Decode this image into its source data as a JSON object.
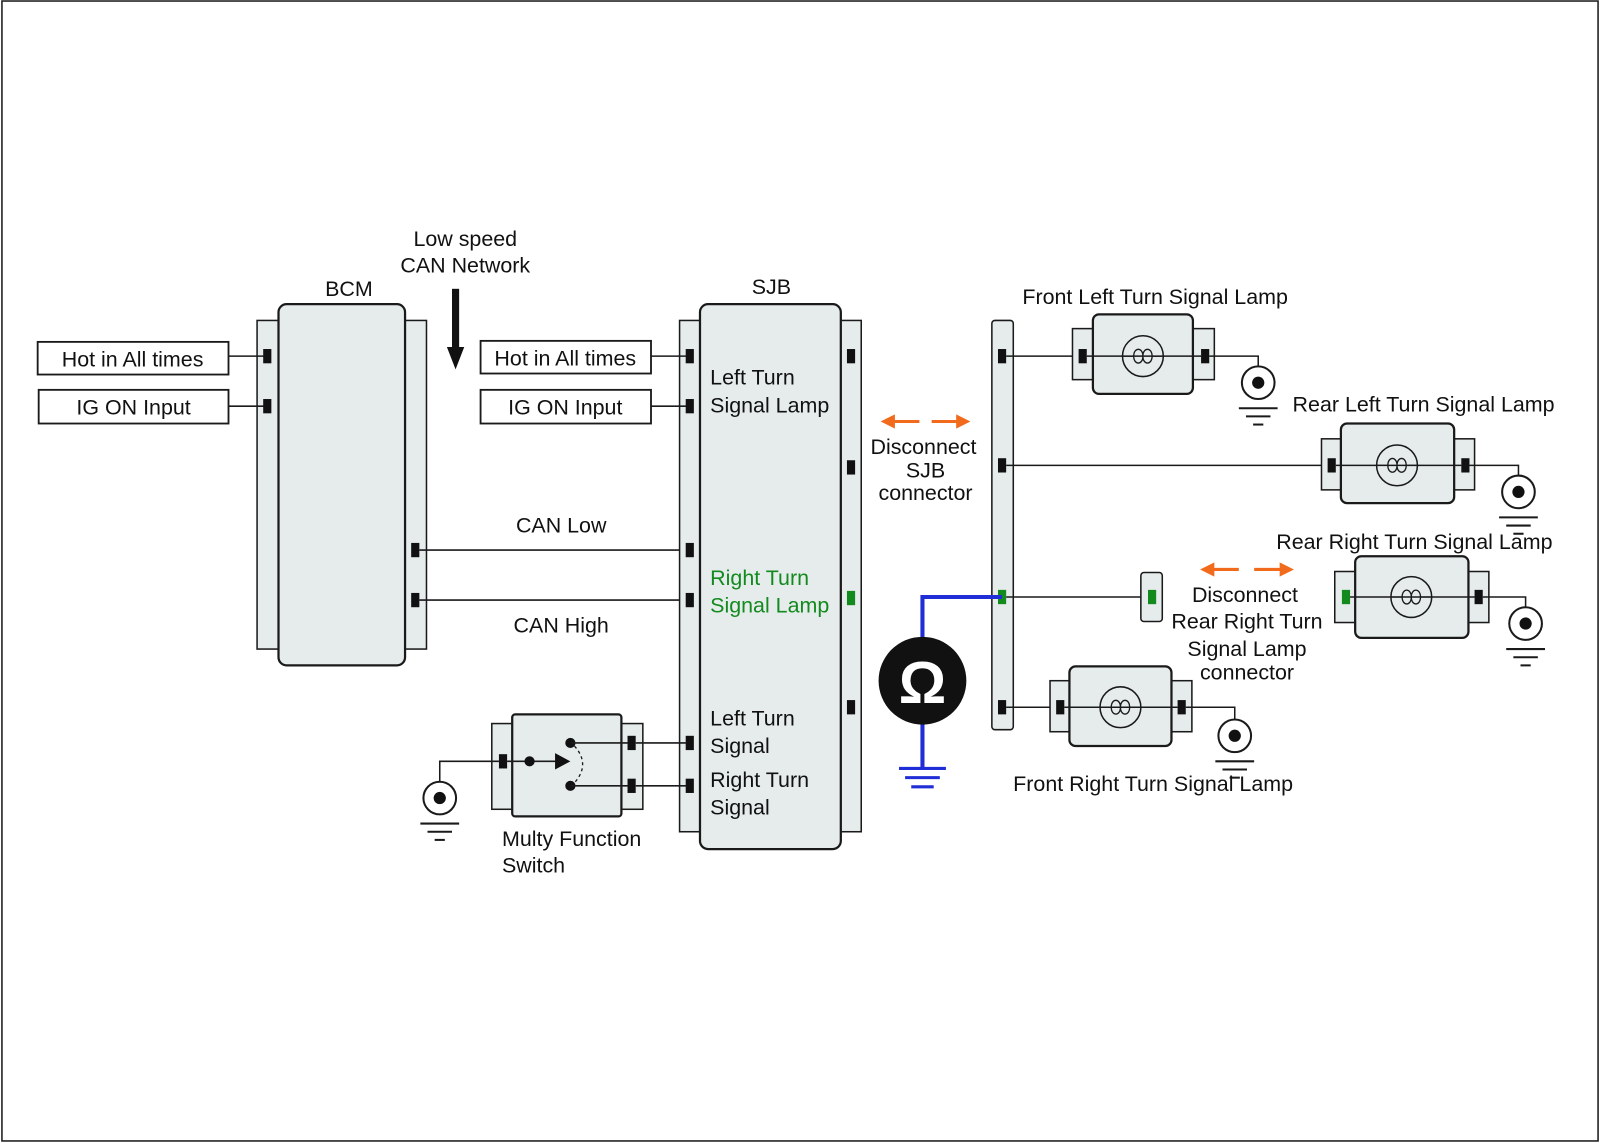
{
  "colors": {
    "highlight": "#138a1e",
    "disconnect_arrow": "#f26a1b",
    "meter_lead": "#1f2ed6",
    "module_fill": "#e6ecec",
    "border": "#1a1a1a"
  },
  "icons": {
    "meter": "ohm-meter-icon",
    "ground": "ground-icon",
    "lamp": "bulb-icon",
    "arrow": "down-arrow-icon"
  },
  "network": {
    "label_line1": "Low speed",
    "label_line2": "CAN Network"
  },
  "bcm": {
    "title": "BCM",
    "inputs": [
      "Hot in All times",
      "IG ON Input"
    ]
  },
  "can": {
    "low": "CAN Low",
    "high": "CAN High"
  },
  "sjb": {
    "title": "SJB",
    "inputs": [
      "Hot in All times",
      "IG ON Input"
    ],
    "left_lamp_line1": "Left Turn",
    "left_lamp_line2": "Signal Lamp",
    "right_lamp_line1": "Right Turn",
    "right_lamp_line2": "Signal Lamp",
    "left_signal_line1": "Left Turn",
    "left_signal_line2": "Signal",
    "right_signal_line1": "Right Turn",
    "right_signal_line2": "Signal"
  },
  "switch": {
    "label_line1": "Multy Function",
    "label_line2": "Switch"
  },
  "disconnect_sjb": {
    "line1": "Disconnect",
    "line2": "SJB",
    "line3": "connector"
  },
  "disconnect_rear_right": {
    "line1": "Disconnect",
    "line2": "Rear Right Turn",
    "line3": "Signal Lamp",
    "line4": "connector"
  },
  "meter": {
    "symbol": "Ω"
  },
  "lamps": {
    "front_left": "Front Left Turn Signal Lamp",
    "rear_left": "Rear Left Turn Signal Lamp",
    "rear_right": "Rear Right Turn Signal Lamp",
    "front_right": "Front Right Turn Signal Lamp"
  }
}
